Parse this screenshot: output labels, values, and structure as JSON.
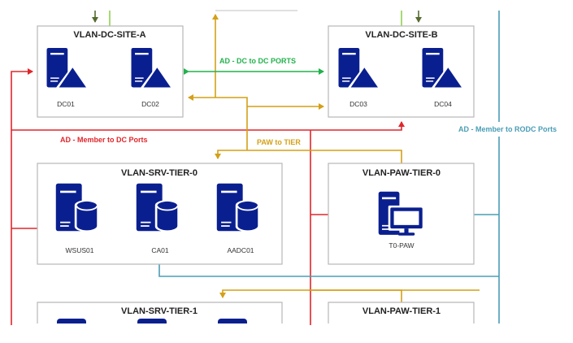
{
  "colors": {
    "server_fill": "#0a1f8f",
    "box_border": "#b8b8b8",
    "dc_to_dc": "#22b24c",
    "paw_to_tier": "#d4a017",
    "member_to_dc": "#e0262b",
    "member_to_rodc": "#4a9db5",
    "dark_green": "#556b2f",
    "light_green": "#8fd14f"
  },
  "vlans": {
    "dc_site_a": {
      "title": "VLAN-DC-SITE-A",
      "hosts": [
        "DC01",
        "DC02"
      ]
    },
    "dc_site_b": {
      "title": "VLAN-DC-SITE-B",
      "hosts": [
        "DC03",
        "DC04"
      ]
    },
    "srv_tier_0": {
      "title": "VLAN-SRV-TIER-0",
      "hosts": [
        "WSUS01",
        "CA01",
        "AADC01"
      ]
    },
    "paw_tier_0": {
      "title": "VLAN-PAW-TIER-0",
      "hosts": [
        "T0-PAW"
      ]
    },
    "srv_tier_1": {
      "title": "VLAN-SRV-TIER-1"
    },
    "paw_tier_1": {
      "title": "VLAN-PAW-TIER-1"
    }
  },
  "connections": {
    "dc_to_dc": "AD - DC to DC PORTS",
    "paw_to_tier": "PAW to TIER",
    "member_to_dc": "AD - Member to DC Ports",
    "member_to_rodc": "AD - Member to RODC Ports"
  }
}
